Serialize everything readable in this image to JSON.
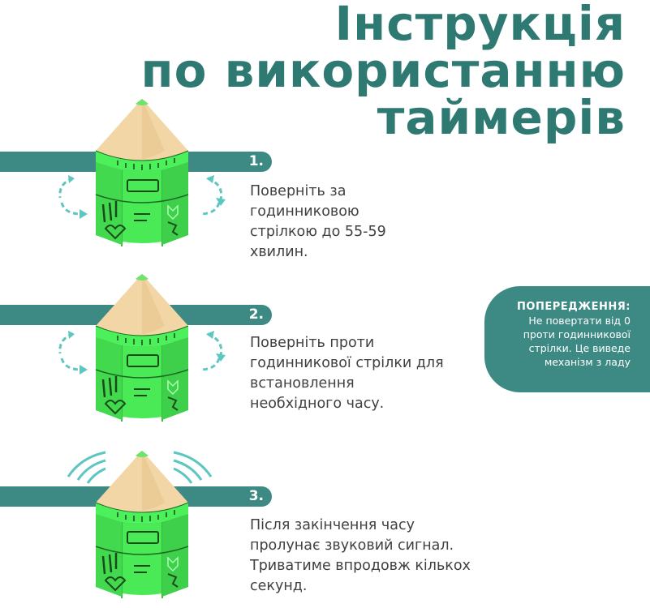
{
  "title": {
    "line1": "Інструкція",
    "line2": "по використанню",
    "line3": "таймерів"
  },
  "steps": [
    {
      "number": "1.",
      "lines": [
        "Поверніть за",
        "годинниковою",
        "стрілкою до 55-59",
        "хвилин."
      ]
    },
    {
      "number": "2.",
      "lines": [
        "Поверніть проти",
        "годинникової стрілки для",
        "встановлення",
        "необхідного  часу."
      ]
    },
    {
      "number": "3.",
      "lines": [
        "Після закінчення часу",
        "пролунає звуковий сигнал.",
        "Триватиме впродовж кількох",
        "секунд."
      ]
    }
  ],
  "warning": {
    "title": "ПОПЕРЕДЖЕННЯ:",
    "lines": [
      "Не повертати від 0",
      "проти годинникової",
      "стрілки. Це виведе",
      "механізм з ладу"
    ]
  },
  "colors": {
    "teal": "#3d8a84",
    "title": "#2e7a73",
    "timer_green": "#4cf05a",
    "pencil_wood": "#f3d6a6",
    "arrow": "#5cc7bf"
  },
  "icons": [
    "rotate-clockwise-arrows-icon",
    "rotate-counterclockwise-arrows-icon",
    "sound-waves-icon"
  ]
}
